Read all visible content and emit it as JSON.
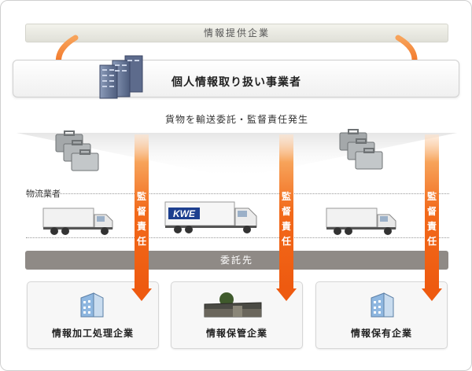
{
  "diagram": {
    "info_provider": "情報提供企業",
    "operator": "個人情報取り扱い事業者",
    "consignment": "貨物を輸送委託・監督責任発生",
    "logistics": "物流業者",
    "contractor": "委託先",
    "responsibility_label": "監督責任",
    "responsibility_chars": [
      "監",
      "督",
      "責",
      "任"
    ],
    "truck_logo": "KWE",
    "companies": [
      "情報加工処理企業",
      "情報保管企業",
      "情報保有企業"
    ],
    "colors": {
      "arrow_orange": "#f26a1b",
      "bar_gray": "#8f8a86"
    }
  }
}
